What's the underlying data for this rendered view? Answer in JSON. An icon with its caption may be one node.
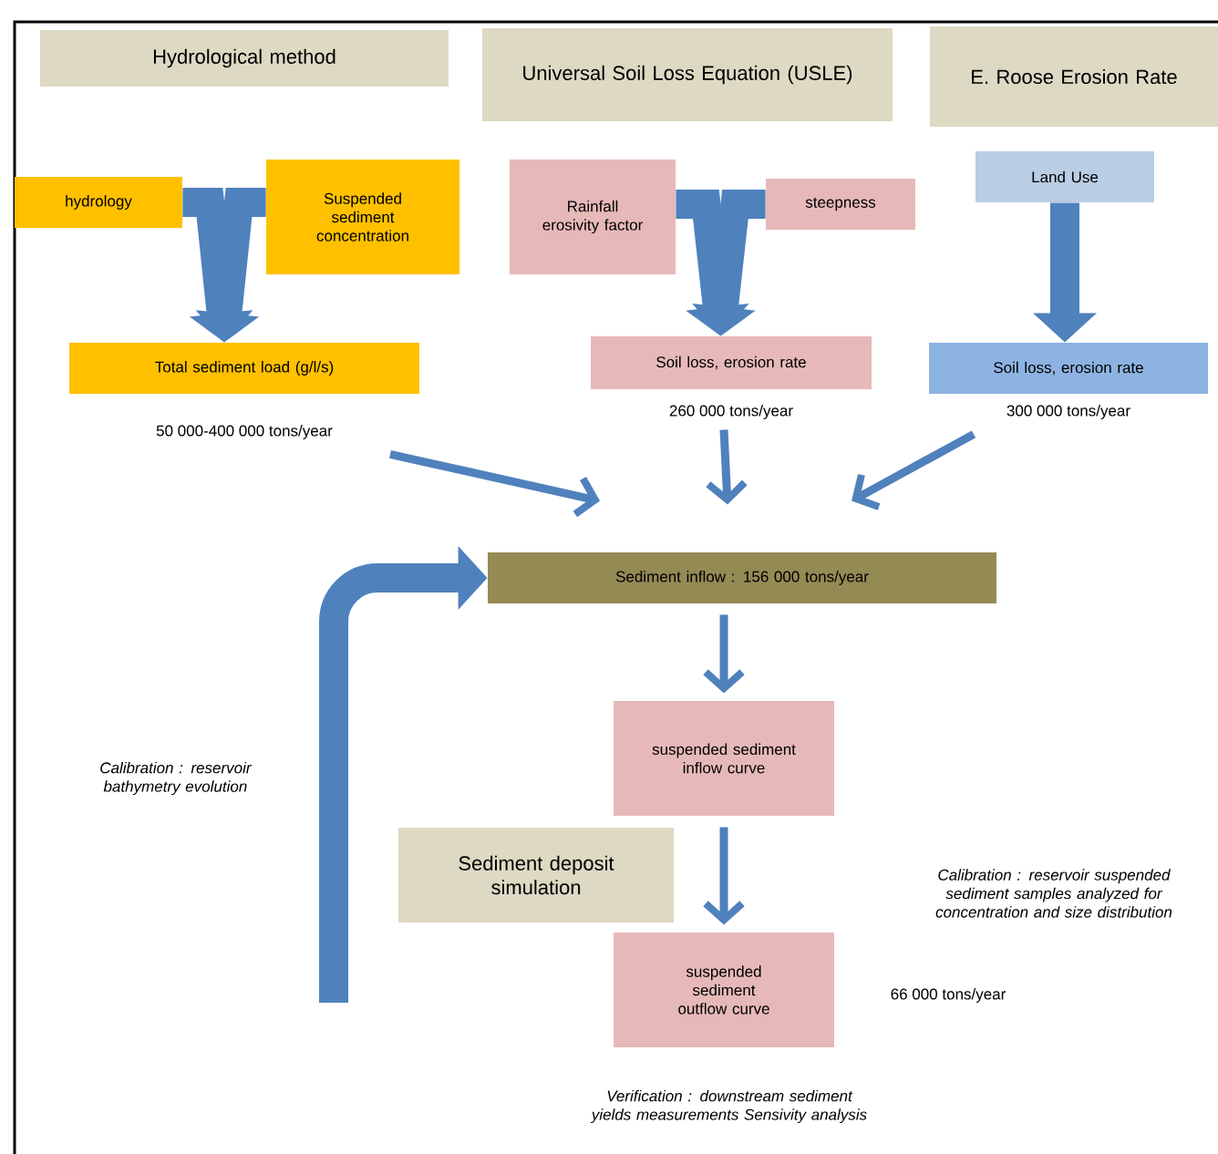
{
  "diagram": {
    "nodes": [
      {
        "text": [
          "Hydrological method"
        ]
      },
      {
        "text": [
          "Universal Soil Loss Equation (USLE)"
        ]
      },
      {
        "text": [
          "E. Roose Erosion Rate"
        ]
      },
      {
        "text": [
          "hydrology"
        ]
      },
      {
        "text": [
          "Suspended sediment concentration"
        ]
      },
      {
        "text": [
          "Rainfall erosivity factor"
        ]
      },
      {
        "text": [
          "steepness"
        ]
      },
      {
        "text": [
          "Land Use"
        ]
      },
      {
        "text": [
          "Total sediment load (g/l/s)"
        ],
        "beside": [
          "50 000-400 000 tons/year"
        ]
      },
      {
        "text": [
          "Soil loss, erosion rate"
        ],
        "beside": [
          "260 000 tons/year"
        ]
      },
      {
        "text": [
          "Soil loss, erosion rate"
        ],
        "beside": [
          "300 000 tons/year"
        ]
      },
      {
        "text": [
          "Sediment inflow : 156 000 tons/year"
        ]
      },
      {
        "text": [
          "suspended sediment inflow curve"
        ]
      },
      {
        "text": [
          "Sediment deposit simulation"
        ]
      },
      {
        "text": [
          "suspended sediment outflow curve"
        ],
        "beside": [
          "66 000 tons/year"
        ]
      }
    ],
    "edges": [
      {
        "from": 3,
        "to": 8,
        "arrow": "to"
      },
      {
        "from": 4,
        "to": 8,
        "arrow": "to"
      },
      {
        "from": 5,
        "to": 9,
        "arrow": "to"
      },
      {
        "from": 6,
        "to": 9,
        "arrow": "to"
      },
      {
        "from": 7,
        "to": 10,
        "arrow": "to"
      },
      {
        "from": 8,
        "to": 11,
        "arrow": "to"
      },
      {
        "from": 9,
        "to": 11,
        "arrow": "to"
      },
      {
        "from": 10,
        "to": 11,
        "arrow": "to"
      },
      {
        "from": 11,
        "to": 12,
        "arrow": "to"
      },
      {
        "from": 12,
        "to": 14,
        "arrow": "to"
      },
      {
        "from": null,
        "to": 11,
        "arrow": "to"
      }
    ],
    "labels": [
      "Calibration : reservoir bathymetry evolution",
      "Calibration : reservoir suspended sediment samples analyzed for concentration and size distribution",
      "Verification : downstream sediment yields measurements Sensivity analysis"
    ]
  }
}
